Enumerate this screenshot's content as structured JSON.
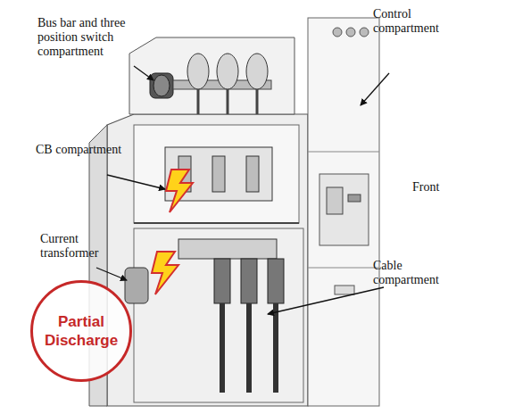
{
  "diagram": {
    "nodes": [
      {
        "text": [
          "Partial Discharge"
        ]
      }
    ],
    "labels": [
      "Bus bar and three position switch compartment",
      "Control compartment",
      "CB compartment",
      "Front",
      "Current transformer",
      "Cable compartment"
    ]
  }
}
